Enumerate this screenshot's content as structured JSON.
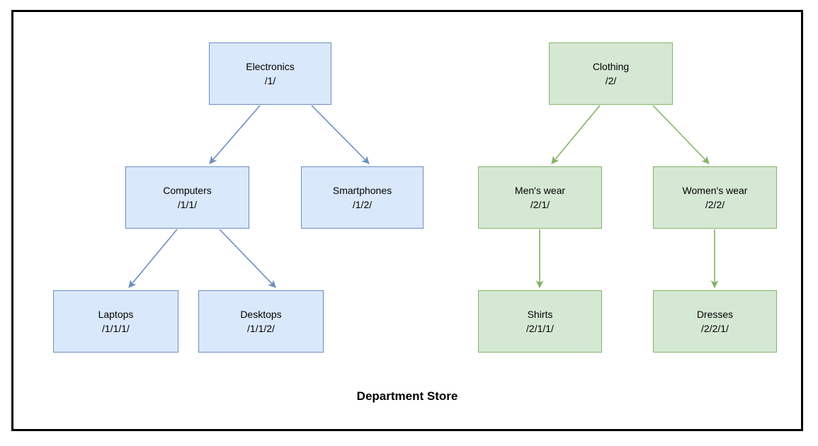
{
  "diagram": {
    "title": "Department Store",
    "colors": {
      "background": "#ffffff",
      "frame_border": "#000000",
      "text": "#000000",
      "blue_fill": "#dae8fc",
      "blue_stroke": "#6c8ebf",
      "green_fill": "#d5e8d4",
      "green_stroke": "#82b366"
    },
    "nodes": [
      {
        "id": "electronics",
        "label": "Electronics",
        "path": "/1/",
        "color_group": "blue"
      },
      {
        "id": "computers",
        "label": "Computers",
        "path": "/1/1/",
        "color_group": "blue"
      },
      {
        "id": "smartphones",
        "label": "Smartphones",
        "path": "/1/2/",
        "color_group": "blue"
      },
      {
        "id": "laptops",
        "label": "Laptops",
        "path": "/1/1/1/",
        "color_group": "blue"
      },
      {
        "id": "desktops",
        "label": "Desktops",
        "path": "/1/1/2/",
        "color_group": "blue"
      },
      {
        "id": "clothing",
        "label": "Clothing",
        "path": "/2/",
        "color_group": "green"
      },
      {
        "id": "mens-wear",
        "label": "Men's wear",
        "path": "/2/1/",
        "color_group": "green"
      },
      {
        "id": "womens-wear",
        "label": "Women's wear",
        "path": "/2/2/",
        "color_group": "green"
      },
      {
        "id": "shirts",
        "label": "Shirts",
        "path": "/2/1/1/",
        "color_group": "green"
      },
      {
        "id": "dresses",
        "label": "Dresses",
        "path": "/2/2/1/",
        "color_group": "green"
      }
    ],
    "edges": [
      {
        "from": "electronics",
        "to": "computers"
      },
      {
        "from": "electronics",
        "to": "smartphones"
      },
      {
        "from": "computers",
        "to": "laptops"
      },
      {
        "from": "computers",
        "to": "desktops"
      },
      {
        "from": "clothing",
        "to": "mens-wear"
      },
      {
        "from": "clothing",
        "to": "womens-wear"
      },
      {
        "from": "mens-wear",
        "to": "shirts"
      },
      {
        "from": "womens-wear",
        "to": "dresses"
      }
    ]
  }
}
